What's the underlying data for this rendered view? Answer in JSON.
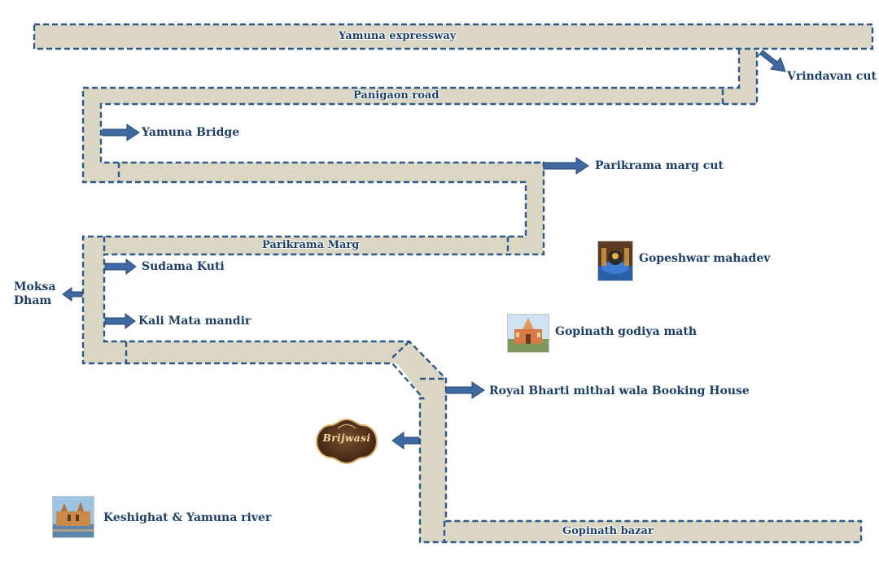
{
  "roads": {
    "yamuna_expressway": "Yamuna expressway",
    "panigaon_road": "Panigaon road",
    "parikrama_marg": "Parikrama Marg",
    "gopinath_bazar": "Gopinath bazar"
  },
  "landmarks": {
    "vrindavan_cut": "Vrindavan cut",
    "yamuna_bridge": "Yamuna Bridge",
    "parikrama_marg_cut": "Parikrama marg cut",
    "gopeshwar_mahadev": "Gopeshwar mahadev",
    "sudama_kuti": "Sudama Kuti",
    "moksa_dham_line1": "Moksa",
    "moksa_dham_line2": "Dham",
    "kali_mata_mandir": "Kali Mata mandir",
    "gopinath_godiya_math": "Gopinath godiya math",
    "royal_bharti": "Royal Bharti mithai wala Booking House",
    "keshighat": "Keshighat & Yamuna river",
    "brijwasi_logo_text": "Brijwasi"
  },
  "colors": {
    "road_fill": "#dcd7c4",
    "road_border": "#2e5a8a",
    "arrow": "#3f6aa1",
    "label_text": "#1e3f63"
  }
}
